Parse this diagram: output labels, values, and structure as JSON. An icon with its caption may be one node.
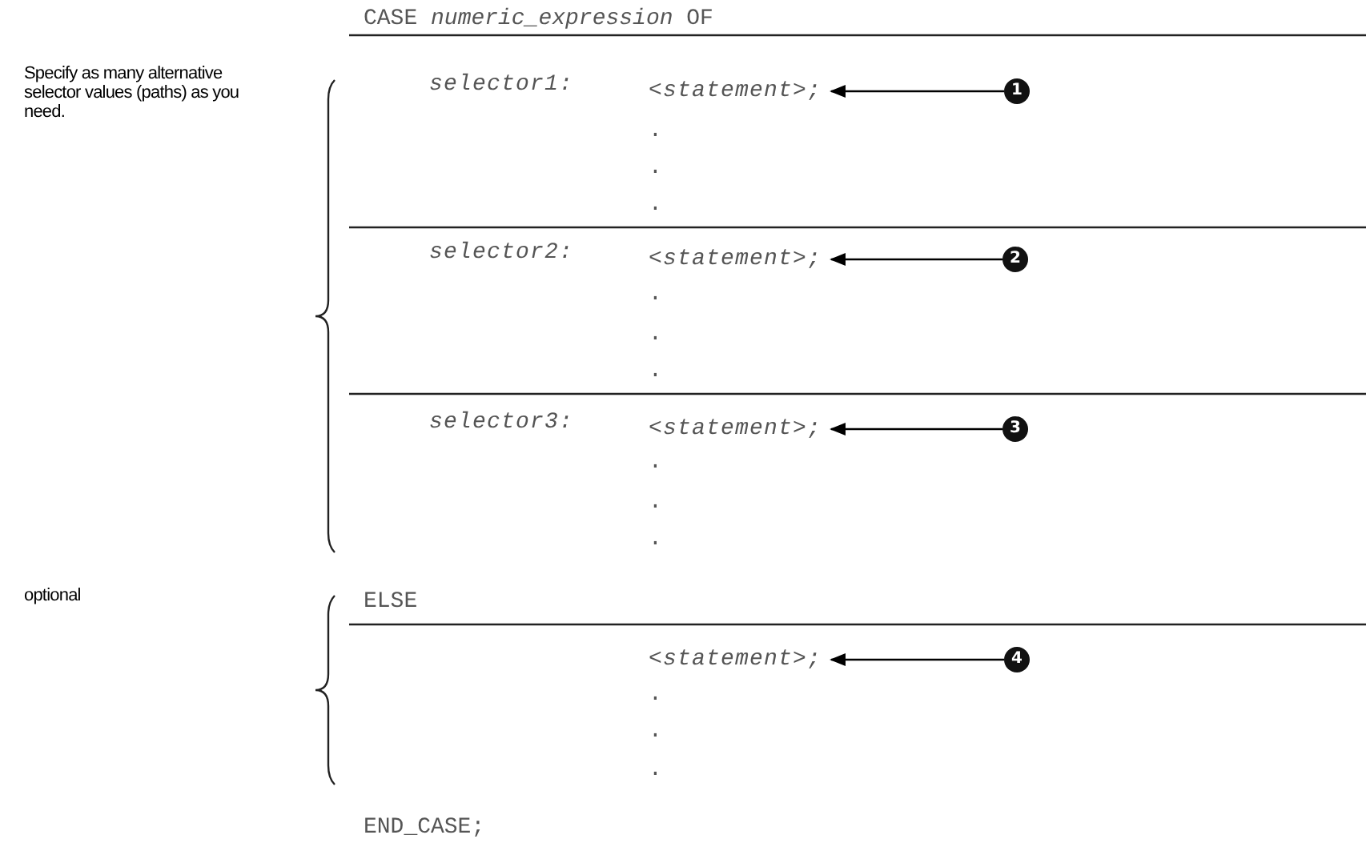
{
  "diagram": {
    "nodes": [
      {
        "text": [
          "<statement>;"
        ]
      },
      {
        "text": [
          "<statement>;"
        ]
      },
      {
        "text": [
          "<statement>;"
        ]
      },
      {
        "text": [
          "<statement>;"
        ]
      },
      {
        "text": [
          "1"
        ]
      },
      {
        "text": [
          "2"
        ]
      },
      {
        "text": [
          "3"
        ]
      },
      {
        "text": [
          "4"
        ]
      }
    ],
    "edges": [
      {
        "from": 4,
        "to": 0,
        "arrow": "to"
      },
      {
        "from": 5,
        "to": 1,
        "arrow": "to"
      },
      {
        "from": 6,
        "to": 2,
        "arrow": "to"
      },
      {
        "from": 7,
        "to": 3,
        "arrow": "to"
      }
    ],
    "labels": [
      "CASE *numeric_expression* OF",
      "Specify as many alternative selector values (paths) as you need.",
      "selector1:",
      ".",
      ".",
      ".",
      "selector2:",
      ".",
      ".",
      ".",
      "selector3:",
      ".",
      ".",
      ".",
      "optional",
      "ELSE",
      ".",
      ".",
      ".",
      "END_CASE;"
    ]
  }
}
